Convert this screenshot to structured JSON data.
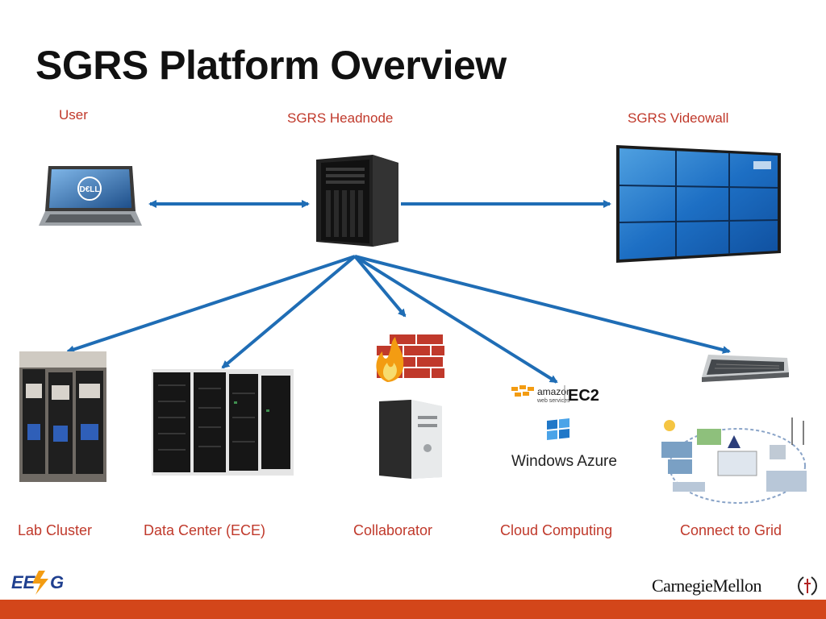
{
  "slide": {
    "title": "SGRS Platform Overview"
  },
  "nodes": {
    "user": {
      "label": "User",
      "icon": "laptop-icon"
    },
    "headnode": {
      "label": "SGRS Headnode",
      "icon": "tower-server-icon"
    },
    "videowall": {
      "label": "SGRS Videowall",
      "icon": "videowall-icon"
    },
    "lab_cluster": {
      "label": "Lab Cluster",
      "icon": "lab-cluster-photo"
    },
    "data_center": {
      "label": "Data Center (ECE)",
      "icon": "server-racks-photo"
    },
    "collaborator": {
      "label": "Collaborator",
      "icon": "firewall-workstation-icon"
    },
    "cloud_computing": {
      "label": "Cloud Computing",
      "icon": "cloud-providers-icon",
      "providers": [
        "amazon",
        "web services",
        "EC2",
        "Windows Azure"
      ]
    },
    "connect_to_grid": {
      "label": "Connect to Grid",
      "icon": "grid-diagram-icon"
    }
  },
  "edges": [
    {
      "from": "headnode",
      "to": "user",
      "type": "bidirectional"
    },
    {
      "from": "headnode",
      "to": "videowall",
      "type": "directed"
    },
    {
      "from": "headnode",
      "to": "lab_cluster",
      "type": "directed"
    },
    {
      "from": "headnode",
      "to": "data_center",
      "type": "directed"
    },
    {
      "from": "headnode",
      "to": "collaborator",
      "type": "directed"
    },
    {
      "from": "headnode",
      "to": "cloud_computing",
      "type": "directed"
    },
    {
      "from": "headnode",
      "to": "connect_to_grid",
      "type": "directed"
    }
  ],
  "branding": {
    "left_logo": "EESG",
    "right_logo": "CarnegieMellon"
  },
  "colors": {
    "arrow": "#1f6db5",
    "label": "#c0392b",
    "footer": "#d3461a"
  }
}
